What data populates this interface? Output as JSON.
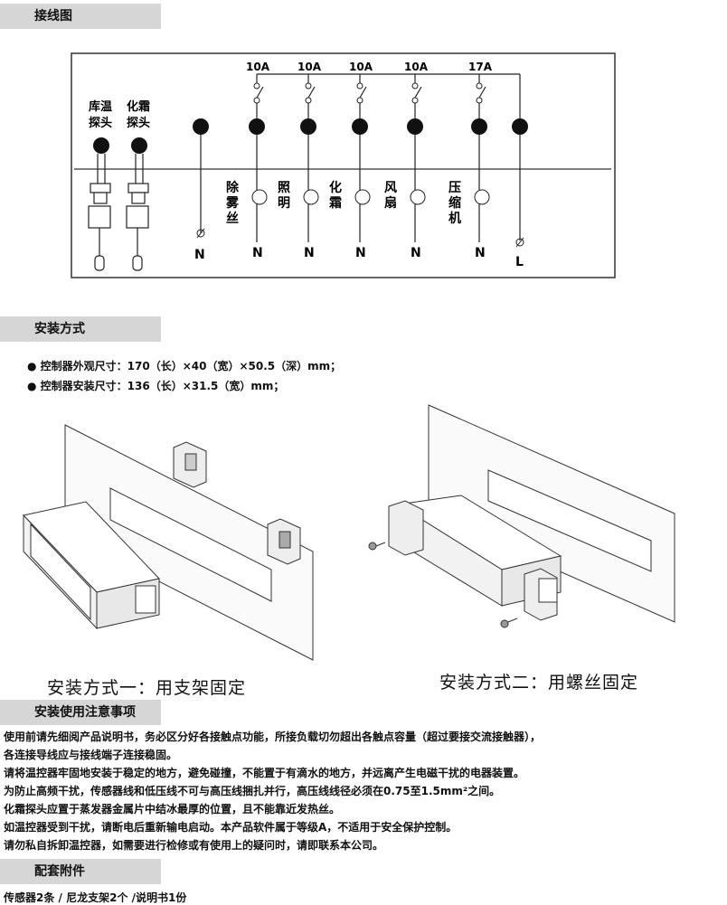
{
  "sections": {
    "wiring_title": "接线图",
    "install_title": "安装方式",
    "notes_title": "安装使用注意事项",
    "accessories_title": "配套附件"
  },
  "wiring": {
    "probes": [
      {
        "line1": "库温",
        "line2": "探头"
      },
      {
        "line1": "化霜",
        "line2": "探头"
      }
    ],
    "relays": [
      {
        "rating": "10A",
        "load_chars": [
          "除",
          "雾",
          "丝"
        ],
        "load_icon": "heater-icon",
        "neutral": "N"
      },
      {
        "rating": "10A",
        "load_chars": [
          "照",
          "明"
        ],
        "load_icon": "lightbulb-icon",
        "neutral": "N"
      },
      {
        "rating": "10A",
        "load_chars": [
          "化",
          "霜"
        ],
        "load_icon": "snowflake-icon",
        "neutral": "N"
      },
      {
        "rating": "10A",
        "load_chars": [
          "风",
          "扇"
        ],
        "load_icon": "fan-icon",
        "neutral": "N"
      },
      {
        "rating": "17A",
        "load_chars": [
          "压",
          "缩",
          "机"
        ],
        "load_icon": "compressor-icon",
        "neutral": "N"
      }
    ],
    "neutral_terminal": "N",
    "live_terminal": "L"
  },
  "install": {
    "bullets": [
      "● 控制器外观尺寸：170（长）×40（宽）×50.5（深）mm；",
      "● 控制器安装尺寸：136（长）×31.5（宽）mm；"
    ],
    "method1": "安装方式一：用支架固定",
    "method2": "安装方式二：用螺丝固定"
  },
  "notes": [
    "使用前请先细阅产品说明书，务必区分好各接触点功能，所接负载切勿超出各触点容量（超过要接交流接触器），",
    " 各连接导线应与接线端子连接稳固。",
    "请将温控器牢固地安装于稳定的地方，避免碰撞，不能置于有滴水的地方，并远离产生电磁干扰的电器装置。",
    "为防止高频干扰，传感器线和低压线不可与高压线捆扎并行，高压线线径必须在0.75至1.5mm²之间。",
    "化霜探头应置于蒸发器金属片中结冰最厚的位置，且不能靠近发热丝。",
    "如温控器受到干扰，请断电后重新输电启动。本产品软件属于等级A，不适用于安全保护控制。",
    "请勿私自拆卸温控器，如需要进行检修或有使用上的疑问时，请即联系本公司。"
  ],
  "accessories": "传感器2条 / 尼龙支架2个 /说明书1份"
}
